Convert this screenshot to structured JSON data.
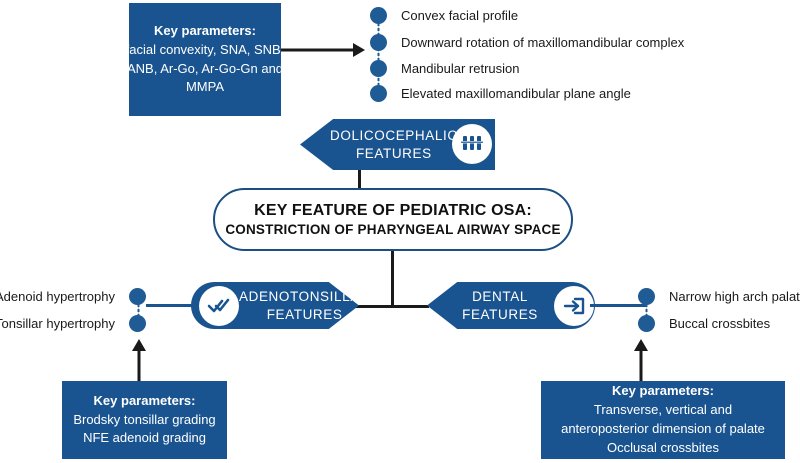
{
  "diagram": {
    "title": "Key feature of pediatric OSA flowchart",
    "colors": {
      "box_blue": "#1a5490",
      "banner_blue": "#1a5490",
      "dot_blue": "#1f5c96",
      "capsule_border": "#1a4f82",
      "connector_dark": "#1a1a1a",
      "text_dark": "#1a1a1a",
      "text_light": "#ffffff",
      "background": "#ffffff"
    }
  },
  "center": {
    "line1": "KEY FEATURE OF PEDIATRIC OSA:",
    "line2": "CONSTRICTION OF PHARYNGEAL AIRWAY SPACE"
  },
  "top_box": {
    "title": "Key parameters:",
    "lines": [
      "facial convexity, SNA, SNB,",
      "ANB, Ar-Go, Ar-Go-Gn and",
      "MMPA"
    ]
  },
  "top_bullets": [
    {
      "label": "Convex facial profile"
    },
    {
      "label": "Downward rotation of maxillomandibular complex"
    },
    {
      "label": "Mandibular retrusion"
    },
    {
      "label": "Elevated maxillomandibular plane angle"
    }
  ],
  "banners": {
    "dolicocephalic": {
      "label": "DOLICOCEPHALIC\nFEATURES",
      "icon": "braces-teeth-icon"
    },
    "adenotonsillar": {
      "label": "ADENOTONSILLAR\nFEATURES",
      "icon": "double-check-icon"
    },
    "dental": {
      "label": "DENTAL FEATURES",
      "icon": "arrow-into-box-icon"
    }
  },
  "left_bullets": [
    {
      "label": "Adenoid hypertrophy"
    },
    {
      "label": "Tonsillar hypertrophy"
    }
  ],
  "right_bullets": [
    {
      "label": "Narrow high arch palate"
    },
    {
      "label": "Buccal crossbites"
    }
  ],
  "bottom_left_box": {
    "title": "Key parameters:",
    "lines": [
      "Brodsky tonsillar grading",
      "NFE adenoid grading"
    ]
  },
  "bottom_right_box": {
    "title": "Key parameters:",
    "lines": [
      "Transverse, vertical and",
      "anteroposterior dimension of palate",
      "Occlusal crossbites"
    ]
  }
}
